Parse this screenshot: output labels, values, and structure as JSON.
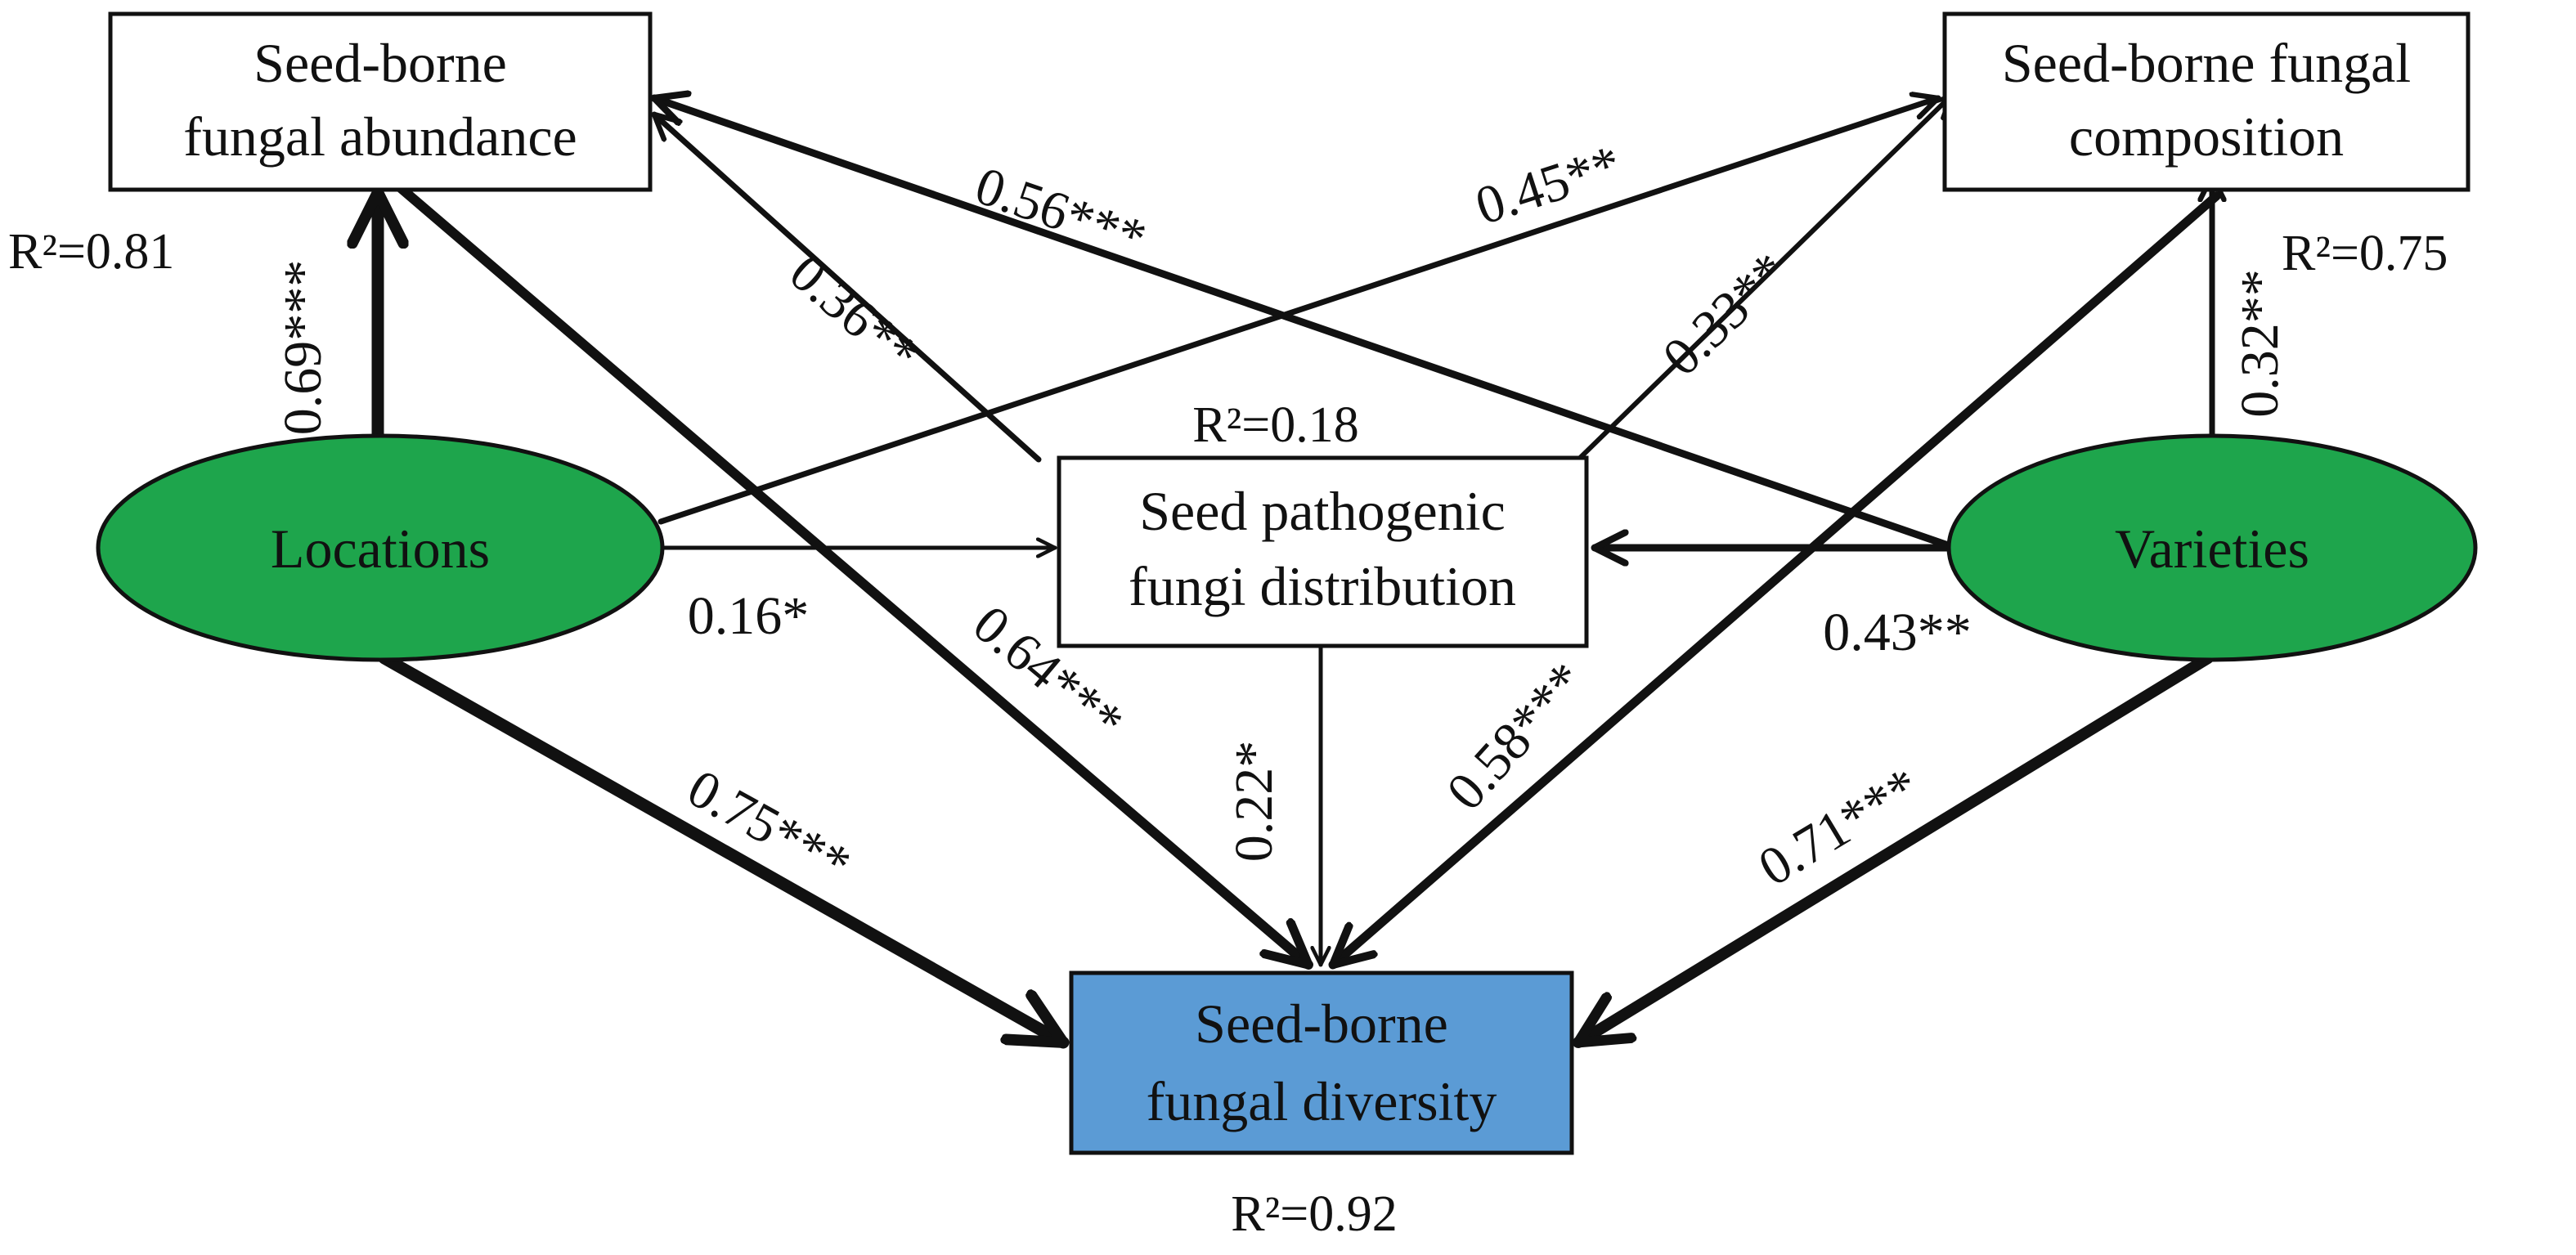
{
  "colors": {
    "ellipse_fill": "#1ea54c",
    "diversity_fill": "#5b9bd5",
    "box_fill": "#ffffff",
    "stroke": "#111111"
  },
  "nodes": {
    "abundance": {
      "line1": "Seed-borne",
      "line2": "fungal abundance",
      "r2": "R²=0.81"
    },
    "composition": {
      "line1": "Seed-borne fungal",
      "line2": "composition",
      "r2": "R²=0.75"
    },
    "pathogenic": {
      "line1": "Seed pathogenic",
      "line2": "fungi distribution",
      "r2": "R²=0.18"
    },
    "diversity": {
      "line1": "Seed-borne",
      "line2": "fungal diversity",
      "r2": "R²=0.92"
    },
    "locations": {
      "label": "Locations"
    },
    "varieties": {
      "label": "Varieties"
    }
  },
  "paths": {
    "loc_abundance": "0.69***",
    "loc_composition": "0.45**",
    "loc_pathogenic": "0.16*",
    "loc_diversity": "0.75***",
    "var_abundance": "0.56***",
    "var_composition": "0.32**",
    "var_pathogenic": "0.43**",
    "var_diversity": "0.71***",
    "path_abundance": "0.36**",
    "path_composition": "0.33**",
    "path_diversity": "0.22*",
    "abundance_diversity": "0.64***",
    "composition_diversity": "0.58***"
  }
}
